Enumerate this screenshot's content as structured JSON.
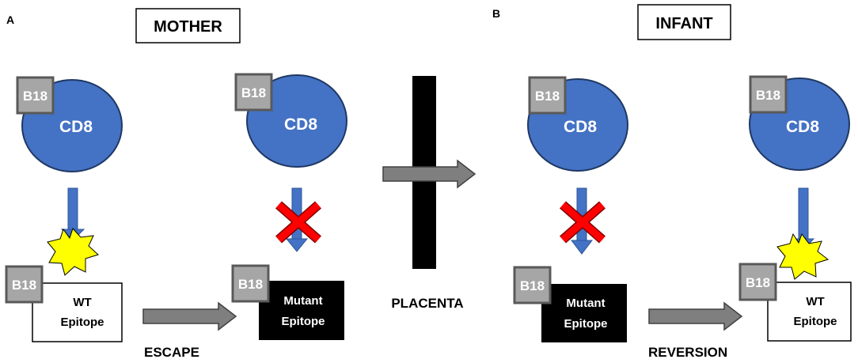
{
  "panels": {
    "a": {
      "letter": "A",
      "title": "MOTHER"
    },
    "b": {
      "letter": "B",
      "title": "INFANT"
    }
  },
  "labels": {
    "cell": "CD8",
    "hla": "B18",
    "wt_line1": "WT",
    "wt_line2": "Epitope",
    "mutant_line1": "Mutant",
    "mutant_line2": "Epitope",
    "escape": "ESCAPE",
    "reversion": "REVERSION",
    "placenta": "PLACENTA"
  },
  "colors": {
    "cell_fill": "#4472c4",
    "cell_stroke": "#1f3864",
    "hla_fill": "#a6a6a6",
    "hla_stroke": "#595959",
    "down_arrow": "#4472c4",
    "gray_arrow": "#7f7f7f",
    "cross": "#ff0000",
    "burst": "#ffff00",
    "mutant_fill": "#000000",
    "placenta": "#000000"
  },
  "icons": {
    "recognition": "starburst-icon",
    "blocked": "red-x-icon",
    "transition": "right-arrow-icon"
  }
}
